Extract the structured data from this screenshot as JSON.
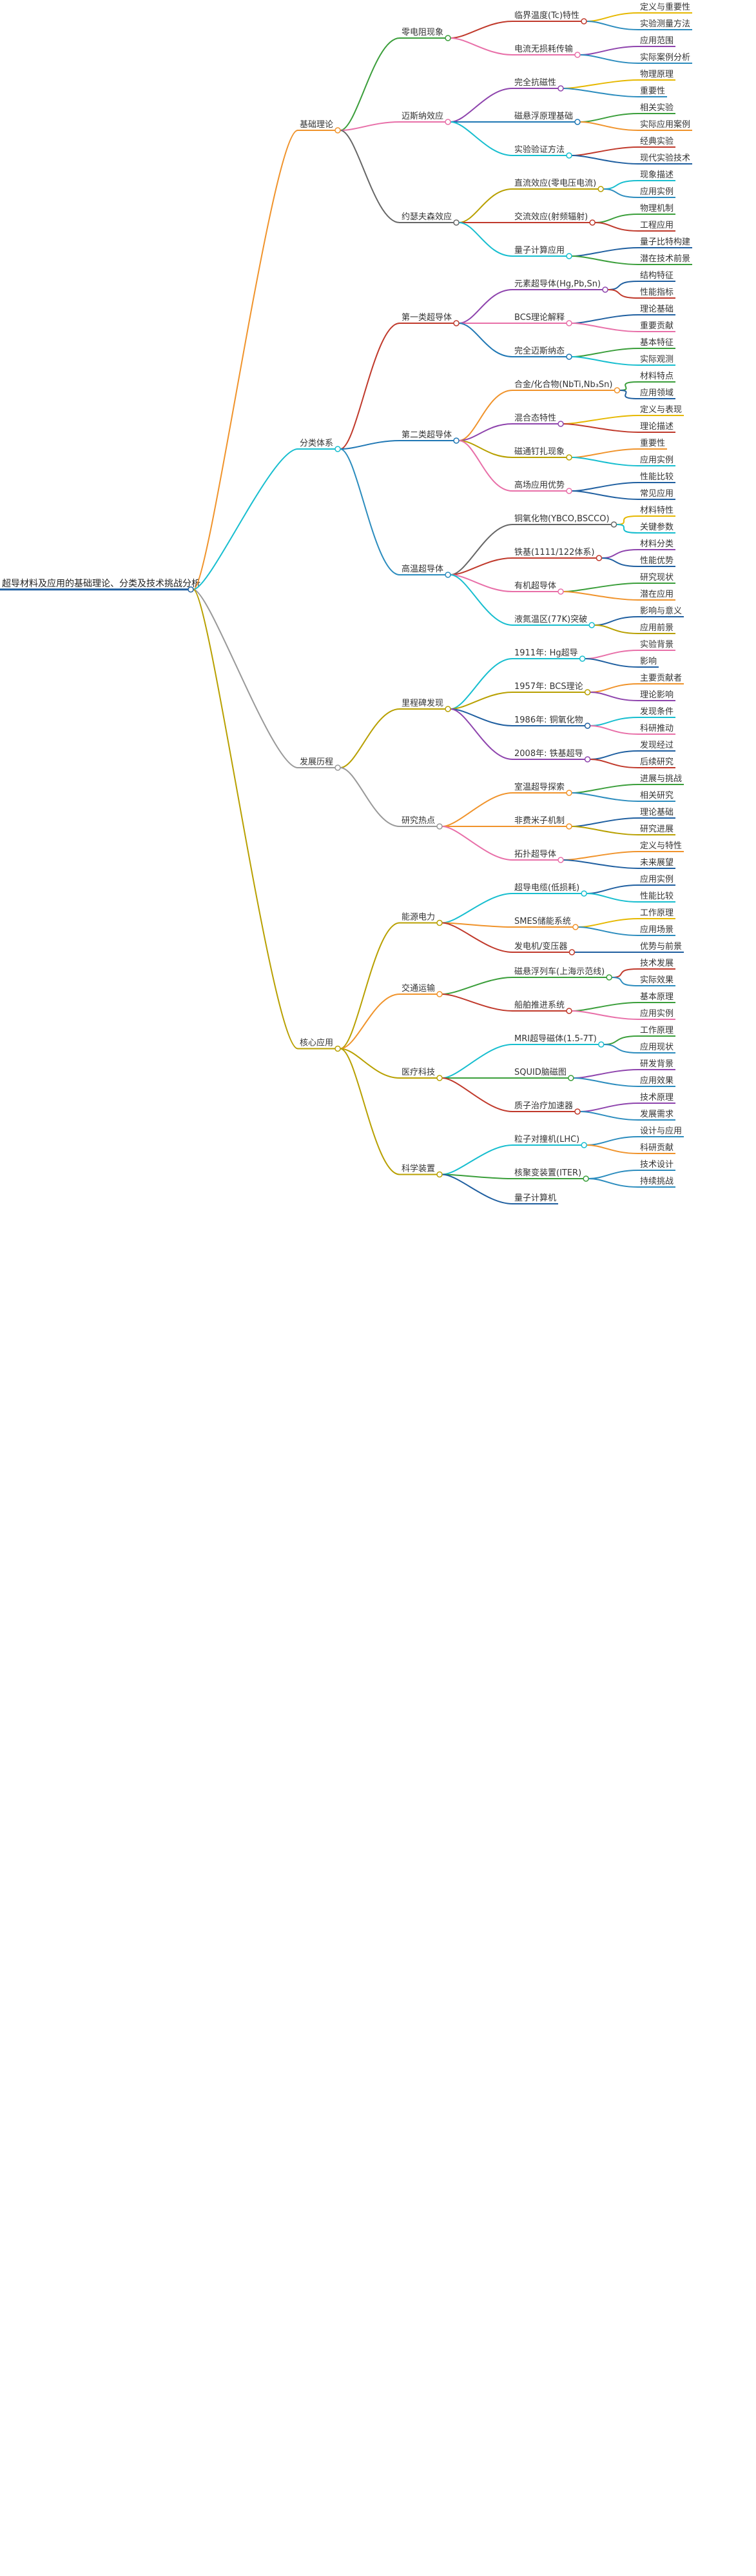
{
  "root": {
    "label": "超导材料及应用的基础理论、分类及技术挑战分析",
    "color": "#1f5fa0"
  },
  "branches": [
    {
      "label": "基础理论",
      "color": "#f0932b",
      "children": [
        {
          "label": "零电阻现象",
          "color": "#3a9e3a",
          "children": [
            {
              "label": "临界温度(Tc)特性",
              "color": "#c0392b",
              "children": [
                {
                  "label": "定义与重要性",
                  "color": "#e6b800"
                },
                {
                  "label": "实验测量方法",
                  "color": "#2b8cbe"
                }
              ]
            },
            {
              "label": "电流无损耗传输",
              "color": "#e86fa8",
              "children": [
                {
                  "label": "应用范围",
                  "color": "#8e44ad"
                },
                {
                  "label": "实际案例分析",
                  "color": "#2b8cbe"
                }
              ]
            }
          ]
        },
        {
          "label": "迈斯纳效应",
          "color": "#e86fa8",
          "children": [
            {
              "label": "完全抗磁性",
              "color": "#8e44ad",
              "children": [
                {
                  "label": "物理原理",
                  "color": "#e6b800"
                },
                {
                  "label": "重要性",
                  "color": "#2b8cbe"
                }
              ]
            },
            {
              "label": "磁悬浮原理基础",
              "color": "#1f77b4",
              "children": [
                {
                  "label": "相关实验",
                  "color": "#3a9e3a"
                },
                {
                  "label": "实际应用案例",
                  "color": "#f0932b"
                }
              ]
            },
            {
              "label": "实验验证方法",
              "color": "#17becf",
              "children": [
                {
                  "label": "经典实验",
                  "color": "#c0392b"
                },
                {
                  "label": "现代实验技术",
                  "color": "#1f5fa0"
                }
              ]
            }
          ]
        },
        {
          "label": "约瑟夫森效应",
          "color": "#666666",
          "children": [
            {
              "label": "直流效应(零电压电流)",
              "color": "#b8a000",
              "children": [
                {
                  "label": "现象描述",
                  "color": "#17becf"
                },
                {
                  "label": "应用实例",
                  "color": "#2b8cbe"
                }
              ]
            },
            {
              "label": "交流效应(射频辐射)",
              "color": "#c0392b",
              "children": [
                {
                  "label": "物理机制",
                  "color": "#3a9e3a"
                },
                {
                  "label": "工程应用",
                  "color": "#c0392b"
                }
              ]
            },
            {
              "label": "量子计算应用",
              "color": "#17becf",
              "children": [
                {
                  "label": "量子比特构建",
                  "color": "#1f5fa0"
                },
                {
                  "label": "潜在技术前景",
                  "color": "#3a9e3a"
                }
              ]
            }
          ]
        }
      ]
    },
    {
      "label": "分类体系",
      "color": "#17becf",
      "children": [
        {
          "label": "第一类超导体",
          "color": "#c0392b",
          "children": [
            {
              "label": "元素超导体(Hg,Pb,Sn)",
              "color": "#8e44ad",
              "children": [
                {
                  "label": "结构特征",
                  "color": "#1f5fa0"
                },
                {
                  "label": "性能指标",
                  "color": "#c0392b"
                }
              ]
            },
            {
              "label": "BCS理论解释",
              "color": "#e86fa8",
              "children": [
                {
                  "label": "理论基础",
                  "color": "#1f5fa0"
                },
                {
                  "label": "重要贡献",
                  "color": "#e86fa8"
                }
              ]
            },
            {
              "label": "完全迈斯纳态",
              "color": "#1f77b4",
              "children": [
                {
                  "label": "基本特征",
                  "color": "#3a9e3a"
                },
                {
                  "label": "实际观测",
                  "color": "#17becf"
                }
              ]
            }
          ]
        },
        {
          "label": "第二类超导体",
          "color": "#1f77b4",
          "children": [
            {
              "label": "合金/化合物(NbTi,Nb₃Sn)",
              "color": "#f0932b",
              "children": [
                {
                  "label": "材料特点",
                  "color": "#3a9e3a"
                },
                {
                  "label": "应用领域",
                  "color": "#1f5fa0"
                }
              ]
            },
            {
              "label": "混合态特性",
              "color": "#8e44ad",
              "children": [
                {
                  "label": "定义与表现",
                  "color": "#e6b800"
                },
                {
                  "label": "理论描述",
                  "color": "#c0392b"
                }
              ]
            },
            {
              "label": "磁通钉扎现象",
              "color": "#b8a000",
              "children": [
                {
                  "label": "重要性",
                  "color": "#f0932b"
                },
                {
                  "label": "应用实例",
                  "color": "#17becf"
                }
              ]
            },
            {
              "label": "高场应用优势",
              "color": "#e86fa8",
              "children": [
                {
                  "label": "性能比较",
                  "color": "#1f5fa0"
                },
                {
                  "label": "常见应用",
                  "color": "#1f5fa0"
                }
              ]
            }
          ]
        },
        {
          "label": "高温超导体",
          "color": "#2b8cbe",
          "children": [
            {
              "label": "铜氧化物(YBCO,BSCCO)",
              "color": "#666666",
              "children": [
                {
                  "label": "材料特性",
                  "color": "#e6b800"
                },
                {
                  "label": "关键参数",
                  "color": "#17becf"
                }
              ]
            },
            {
              "label": "铁基(1111/122体系)",
              "color": "#c0392b",
              "children": [
                {
                  "label": "材料分类",
                  "color": "#8e44ad"
                },
                {
                  "label": "性能优势",
                  "color": "#1f5fa0"
                }
              ]
            },
            {
              "label": "有机超导体",
              "color": "#e86fa8",
              "children": [
                {
                  "label": "研究现状",
                  "color": "#3a9e3a"
                },
                {
                  "label": "潜在应用",
                  "color": "#f0932b"
                }
              ]
            },
            {
              "label": "液氮温区(77K)突破",
              "color": "#17becf",
              "children": [
                {
                  "label": "影响与意义",
                  "color": "#1f5fa0"
                },
                {
                  "label": "应用前景",
                  "color": "#b8a000"
                }
              ]
            }
          ]
        }
      ]
    },
    {
      "label": "发展历程",
      "color": "#999999",
      "children": [
        {
          "label": "里程碑发现",
          "color": "#b8a000",
          "children": [
            {
              "label": "1911年: Hg超导",
              "color": "#17becf",
              "children": [
                {
                  "label": "实验背景",
                  "color": "#e86fa8"
                },
                {
                  "label": "影响",
                  "color": "#1f5fa0"
                }
              ]
            },
            {
              "label": "1957年: BCS理论",
              "color": "#b8a000",
              "children": [
                {
                  "label": "主要贡献者",
                  "color": "#f0932b"
                },
                {
                  "label": "理论影响",
                  "color": "#8e44ad"
                }
              ]
            },
            {
              "label": "1986年: 铜氧化物",
              "color": "#1f5fa0",
              "children": [
                {
                  "label": "发现条件",
                  "color": "#17becf"
                },
                {
                  "label": "科研推动",
                  "color": "#e86fa8"
                }
              ]
            },
            {
              "label": "2008年: 铁基超导",
              "color": "#8e44ad",
              "children": [
                {
                  "label": "发现经过",
                  "color": "#1f5fa0"
                },
                {
                  "label": "后续研究",
                  "color": "#c0392b"
                }
              ]
            }
          ]
        },
        {
          "label": "研究热点",
          "color": "#999999",
          "children": [
            {
              "label": "室温超导探索",
              "color": "#f0932b",
              "children": [
                {
                  "label": "进展与挑战",
                  "color": "#3a9e3a"
                },
                {
                  "label": "相关研究",
                  "color": "#2b8cbe"
                }
              ]
            },
            {
              "label": "非费米子机制",
              "color": "#f0932b",
              "children": [
                {
                  "label": "理论基础",
                  "color": "#1f5fa0"
                },
                {
                  "label": "研究进展",
                  "color": "#b8a000"
                }
              ]
            },
            {
              "label": "拓扑超导体",
              "color": "#e86fa8",
              "children": [
                {
                  "label": "定义与特性",
                  "color": "#f0932b"
                },
                {
                  "label": "未来展望",
                  "color": "#1f5fa0"
                }
              ]
            }
          ]
        }
      ]
    },
    {
      "label": "核心应用",
      "color": "#b8a000",
      "children": [
        {
          "label": "能源电力",
          "color": "#b8a000",
          "children": [
            {
              "label": "超导电缆(低损耗)",
              "color": "#17becf",
              "children": [
                {
                  "label": "应用实例",
                  "color": "#1f5fa0"
                },
                {
                  "label": "性能比较",
                  "color": "#17becf"
                }
              ]
            },
            {
              "label": "SMES储能系统",
              "color": "#f0932b",
              "children": [
                {
                  "label": "工作原理",
                  "color": "#e6b800"
                },
                {
                  "label": "应用场景",
                  "color": "#2b8cbe"
                }
              ]
            },
            {
              "label": "发电机/变压器",
              "color": "#c0392b",
              "children": [
                {
                  "label": "优势与前景",
                  "color": "#1f5fa0"
                }
              ]
            }
          ]
        },
        {
          "label": "交通运输",
          "color": "#f0932b",
          "children": [
            {
              "label": "磁悬浮列车(上海示范线)",
              "color": "#3a9e3a",
              "children": [
                {
                  "label": "技术发展",
                  "color": "#c0392b"
                },
                {
                  "label": "实际效果",
                  "color": "#2b8cbe"
                }
              ]
            },
            {
              "label": "船舶推进系统",
              "color": "#c0392b",
              "children": [
                {
                  "label": "基本原理",
                  "color": "#3a9e3a"
                },
                {
                  "label": "应用实例",
                  "color": "#e86fa8"
                }
              ]
            }
          ]
        },
        {
          "label": "医疗科技",
          "color": "#b8a000",
          "children": [
            {
              "label": "MRI超导磁体(1.5-7T)",
              "color": "#17becf",
              "children": [
                {
                  "label": "工作原理",
                  "color": "#3a9e3a"
                },
                {
                  "label": "应用现状",
                  "color": "#2b8cbe"
                }
              ]
            },
            {
              "label": "SQUID脑磁图",
              "color": "#3a9e3a",
              "children": [
                {
                  "label": "研发背景",
                  "color": "#8e44ad"
                },
                {
                  "label": "应用效果",
                  "color": "#2b8cbe"
                }
              ]
            },
            {
              "label": "质子治疗加速器",
              "color": "#c0392b",
              "children": [
                {
                  "label": "技术原理",
                  "color": "#8e44ad"
                },
                {
                  "label": "发展需求",
                  "color": "#2b8cbe"
                }
              ]
            }
          ]
        },
        {
          "label": "科学装置",
          "color": "#b8a000",
          "children": [
            {
              "label": "粒子对撞机(LHC)",
              "color": "#17becf",
              "children": [
                {
                  "label": "设计与应用",
                  "color": "#2b8cbe"
                },
                {
                  "label": "科研贡献",
                  "color": "#f0932b"
                }
              ]
            },
            {
              "label": "核聚变装置(ITER)",
              "color": "#3a9e3a",
              "children": [
                {
                  "label": "技术设计",
                  "color": "#2b8cbe"
                },
                {
                  "label": "持续挑战",
                  "color": "#2b8cbe"
                }
              ]
            },
            {
              "label": "量子计算机",
              "color": "#1f5fa0",
              "children": []
            }
          ]
        }
      ]
    }
  ]
}
